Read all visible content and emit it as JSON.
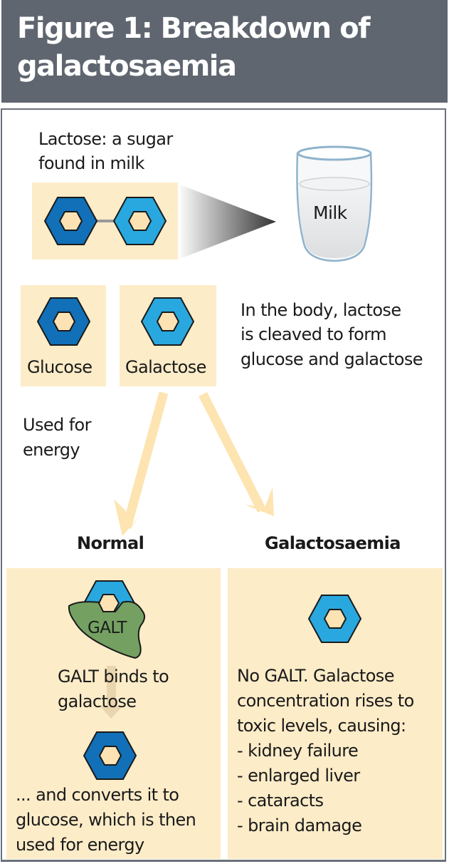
{
  "header": {
    "title": "Figure 1: Breakdown of galactosaemia"
  },
  "lactose": {
    "caption_line1": "Lactose: a sugar",
    "caption_line2": "found in milk",
    "glass_label": "Milk"
  },
  "monosaccharides": {
    "glucose_label": "Glucose",
    "galactose_label": "Galactose",
    "cleave_text_line1": "In the body, lactose",
    "cleave_text_line2": "is cleaved to form",
    "cleave_text_line3": "glucose and galactose",
    "energy_text_line1": "Used for",
    "energy_text_line2": "energy"
  },
  "branches": {
    "normal_heading": "Normal",
    "disease_heading": "Galactosaemia"
  },
  "normal_panel": {
    "enzyme_label": "GALT",
    "bind_line1": "GALT binds to",
    "bind_line2": "galactose",
    "convert_line1": "... and converts it to",
    "convert_line2": "glucose, which is then",
    "convert_line3": "used for energy"
  },
  "disease_panel": {
    "line1": "No GALT. Galactose",
    "line2": "concentration rises to",
    "line3": "toxic levels, causing:",
    "effects": [
      "- kidney failure",
      "- enlarged liver",
      "- cataracts",
      "- brain damage"
    ]
  },
  "colors": {
    "header_bg": "#5f6670",
    "cream": "#fdecc8",
    "glucose_blue": "#1170b8",
    "galactose_blue": "#29a8e0",
    "galt_green": "#74a162",
    "arrow_cream": "#fde4b0"
  }
}
